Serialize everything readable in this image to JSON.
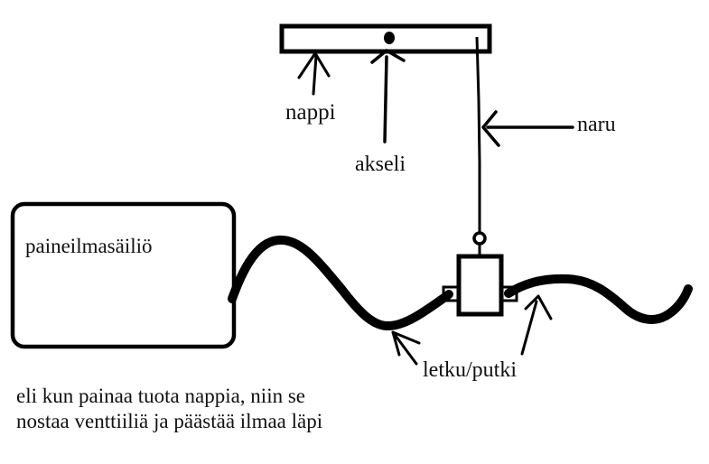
{
  "diagram": {
    "background_color": "#ffffff",
    "ink_color": "#000000",
    "labels": {
      "button": "nappi",
      "axle": "akseli",
      "string": "naru",
      "tank": "paineilmasäiliö",
      "hose": "letku/putki"
    },
    "caption": {
      "line1": "eli kun painaa tuota nappia, niin se",
      "line2": "nostaa venttiiliä ja päästää ilmaa läpi"
    }
  }
}
